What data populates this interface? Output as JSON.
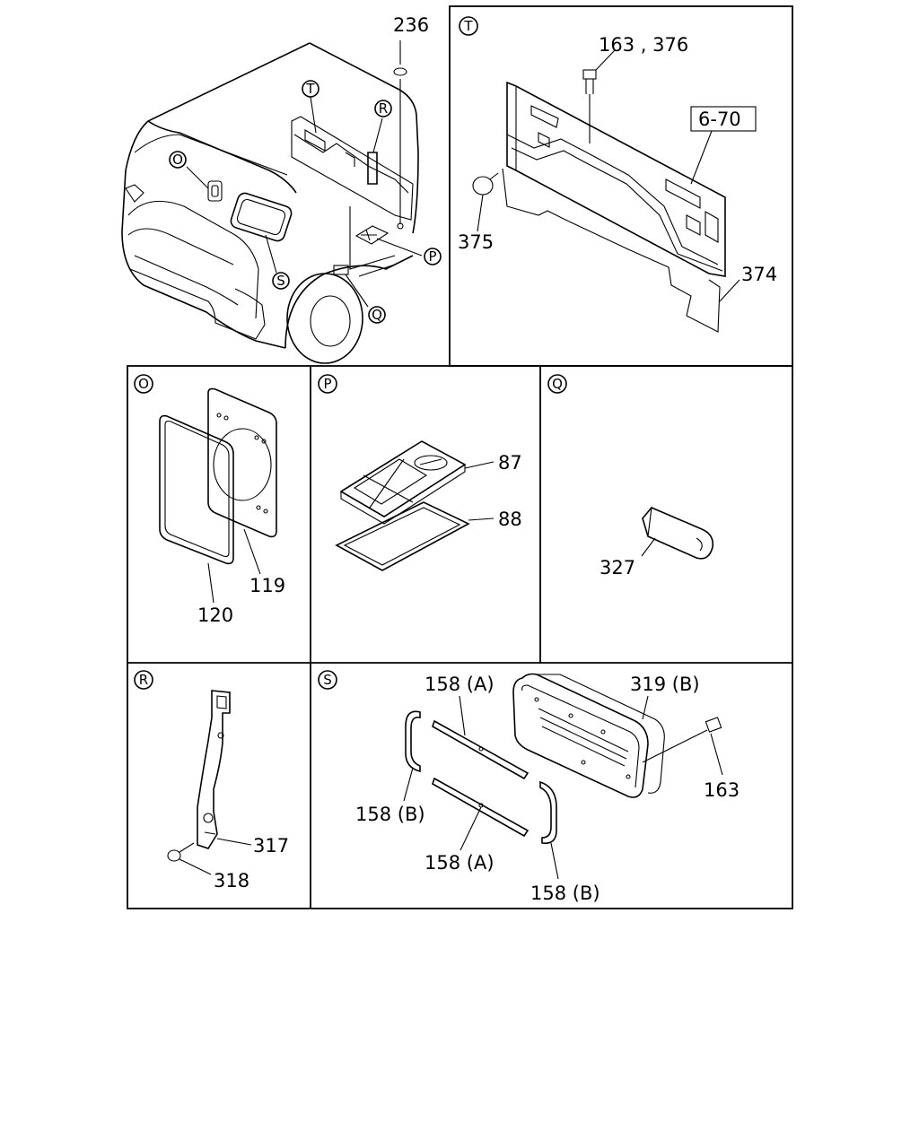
{
  "callouts": {
    "main_O": "O",
    "main_P": "P",
    "main_Q": "Q",
    "main_R": "R",
    "main_S": "S",
    "main_T": "T"
  },
  "panels": {
    "T": {
      "letter": "T",
      "labels": {
        "bolt": "163 , 376",
        "ref": "6-70",
        "clip": "375",
        "pad": "374"
      }
    },
    "O": {
      "letter": "O",
      "labels": {
        "gasket": "120",
        "plate": "119"
      }
    },
    "P": {
      "letter": "P",
      "labels": {
        "lid": "87",
        "seal": "88"
      }
    },
    "Q": {
      "letter": "Q",
      "labels": {
        "trim": "327"
      }
    },
    "R": {
      "letter": "R",
      "labels": {
        "strap": "317",
        "screw": "318"
      }
    },
    "S": {
      "letter": "S",
      "labels": {
        "top_strip": "158 (A)",
        "bottom_strip": "158 (A)",
        "left_end": "158 (B)",
        "right_end": "158 (B)",
        "duct": "319 (B)",
        "bolt": "163"
      }
    }
  },
  "main": {
    "labels": {
      "part_236": "236"
    }
  }
}
